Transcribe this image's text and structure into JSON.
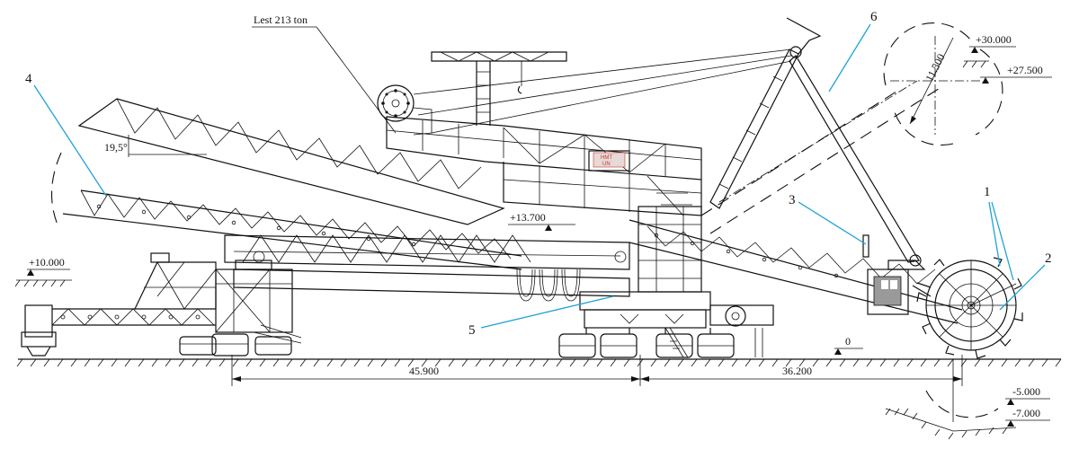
{
  "weight_label": "Lest 213 ton",
  "callouts": {
    "n1": "1",
    "n2": "2",
    "n3": "3",
    "n4": "4",
    "n5": "5",
    "n6": "6"
  },
  "levels": {
    "plus30": "+30.000",
    "plus27_5": "+27.500",
    "plus13_7": "+13.700",
    "plus10": "+10.000",
    "zero": "0",
    "minus5": "-5.000",
    "minus7": "-7.000"
  },
  "dimensions": {
    "left_span": "45.900",
    "right_span": "36.200",
    "wheel_radius": "11.500",
    "boom_angle": "19,5°"
  },
  "cabin_sign": {
    "line1": "НМТ",
    "line2": "UN"
  }
}
